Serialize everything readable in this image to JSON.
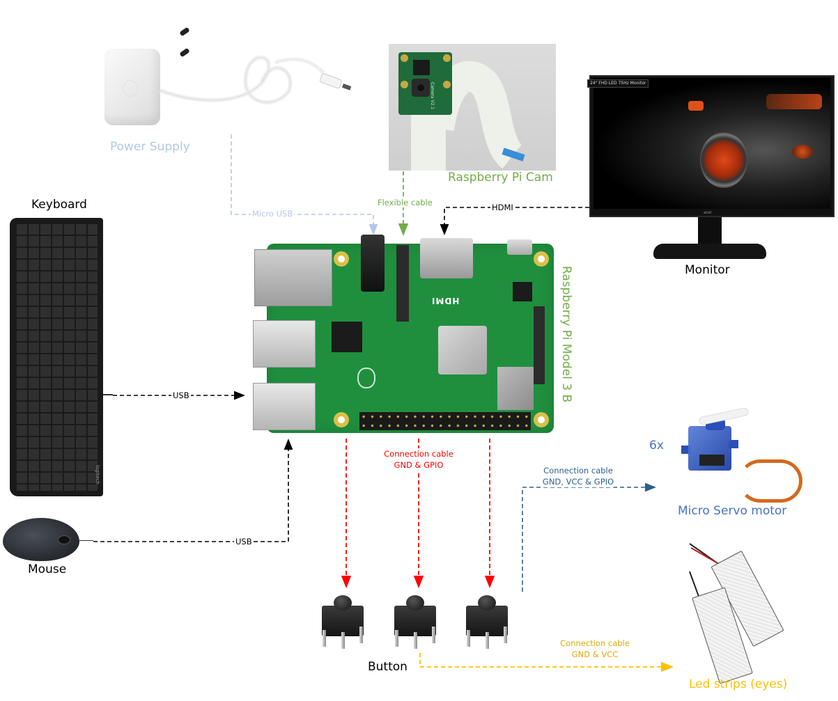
{
  "components": {
    "power_supply": {
      "label": "Power Supply",
      "icon": "power-adapter-icon"
    },
    "camera": {
      "label": "Raspberry Pi Cam",
      "icon": "camera-module-icon",
      "board_text": "Camera V2.1"
    },
    "monitor": {
      "label": "Monitor",
      "icon": "monitor-icon",
      "screen_tag": "24\" FHD LED 75Hz Monitor",
      "brand": "acer"
    },
    "keyboard": {
      "label": "Keyboard",
      "icon": "keyboard-icon",
      "brand": "logitech"
    },
    "mouse": {
      "label": "Mouse",
      "icon": "mouse-icon"
    },
    "raspberry_pi": {
      "label": "Raspberry Pi Model 3 B",
      "icon": "raspberry-pi-board-icon",
      "silkscreen_hdmi": "HDMI"
    },
    "servo": {
      "label": "Micro Servo motor",
      "count": "6x",
      "icon": "servo-motor-icon"
    },
    "button": {
      "label": "Button",
      "icon": "push-button-icon",
      "count": 3
    },
    "led_strips": {
      "label": "Led strips (eyes)",
      "icon": "led-strip-icon"
    }
  },
  "connections": {
    "micro_usb": {
      "label": "Micro USB",
      "color": "#b4c7e7"
    },
    "flexible_cable": {
      "label": "Flexible cable",
      "color": "#70ad47"
    },
    "hdmi": {
      "label": "HDMI",
      "color": "#000000"
    },
    "keyboard_usb": {
      "label": "USB",
      "color": "#000000"
    },
    "mouse_usb": {
      "label": "USB",
      "color": "#000000"
    },
    "gpio_buttons": {
      "line1": "Connection cable",
      "line2": "GND & GPIO",
      "color": "#ff0000"
    },
    "servo_cable": {
      "line1": "Connection cable",
      "line2": "GND, VCC & GPIO",
      "color": "#2e5e8e"
    },
    "led_cable": {
      "line1": "Connection cable",
      "line2": "GND & VCC",
      "color": "#ffc000"
    }
  },
  "colors": {
    "power_supply_label": "#b4c7e7",
    "camera_label": "#70ad47",
    "pi_label": "#70ad47",
    "servo_label": "#4472c4",
    "led_label": "#ffc000",
    "dark_label": "#000000"
  }
}
